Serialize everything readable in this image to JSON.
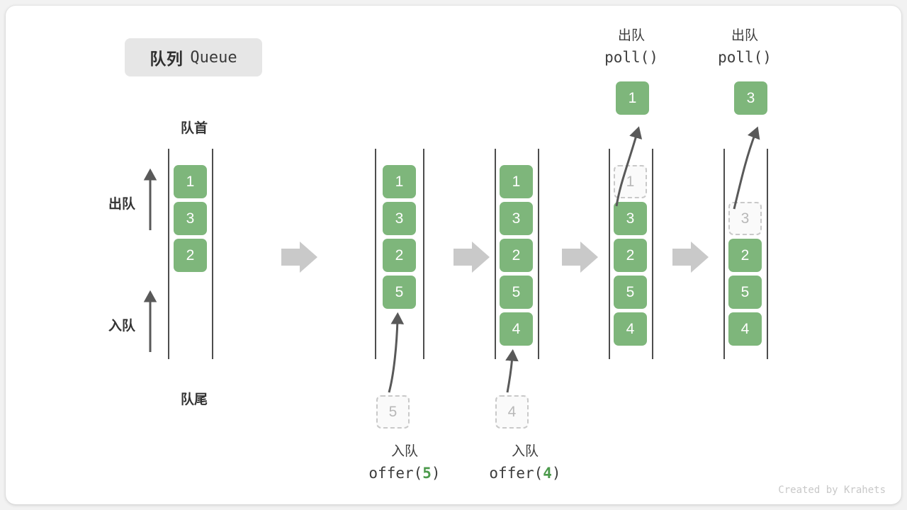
{
  "title": {
    "cn": "队列",
    "en": "Queue"
  },
  "labels": {
    "front": "队首",
    "rear": "队尾",
    "dequeue_side": "出队",
    "enqueue_side": "入队"
  },
  "watermark": "Created by Krahets",
  "colors": {
    "cell_green": "#7eb67b",
    "ghost_border": "#c9c9c9",
    "ghost_text": "#b8b8b8",
    "rail": "#4d4d4d",
    "arrow_gray": "#c9c9c9",
    "curve_arrow": "#595959",
    "badge_bg": "#e6e6e6",
    "code_number": "#4c9a4c"
  },
  "captions": {
    "offer5": {
      "cn": "入队",
      "code_pre": "offer(",
      "code_num": "5",
      "code_post": ")"
    },
    "offer4": {
      "cn": "入队",
      "code_pre": "offer(",
      "code_num": "4",
      "code_post": ")"
    },
    "poll1": {
      "cn": "出队",
      "code_pre": "poll(",
      "code_num": "",
      "code_post": ")"
    },
    "poll2": {
      "cn": "出队",
      "code_pre": "poll(",
      "code_num": "",
      "code_post": ")"
    }
  },
  "columns": [
    {
      "id": "state-initial",
      "cells": [
        "1",
        "3",
        "2"
      ],
      "ghost_index": null,
      "pending": null,
      "popped": null
    },
    {
      "id": "state-after-offer-5",
      "cells": [
        "1",
        "3",
        "2",
        "5"
      ],
      "ghost_index": null,
      "pending": "5",
      "popped": null
    },
    {
      "id": "state-after-offer-4",
      "cells": [
        "1",
        "3",
        "2",
        "5",
        "4"
      ],
      "ghost_index": null,
      "pending": "4",
      "popped": null
    },
    {
      "id": "state-poll-1",
      "cells": [
        "1",
        "3",
        "2",
        "5",
        "4"
      ],
      "ghost_index": 0,
      "pending": null,
      "popped": "1"
    },
    {
      "id": "state-poll-3",
      "cells": [
        "",
        "3",
        "2",
        "5",
        "4"
      ],
      "ghost_index": 1,
      "pending": null,
      "popped": "3"
    }
  ],
  "step_arrows": [
    "step-arrow-1",
    "step-arrow-2",
    "step-arrow-3",
    "step-arrow-4"
  ]
}
